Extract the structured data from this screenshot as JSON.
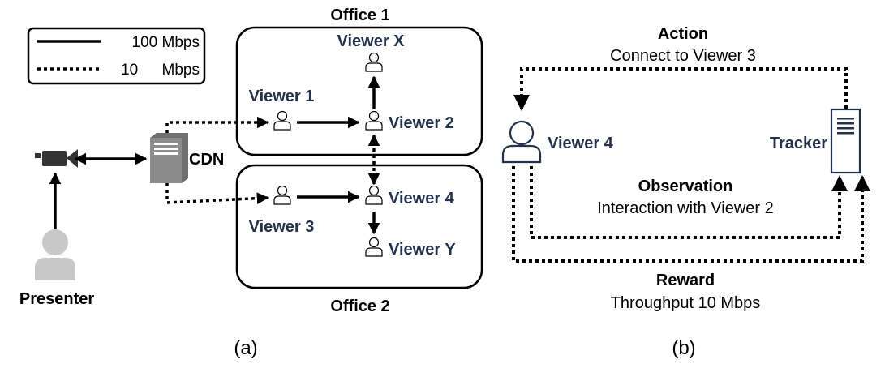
{
  "legend": {
    "solid_label": "100 Mbps",
    "dotted_label": "10",
    "dotted_unit": "Mbps"
  },
  "panel_a": {
    "office1_label": "Office 1",
    "office2_label": "Office 2",
    "viewer_x": "Viewer X",
    "viewer_1": "Viewer 1",
    "viewer_2": "Viewer 2",
    "viewer_3": "Viewer 3",
    "viewer_4": "Viewer 4",
    "viewer_y": "Viewer Y",
    "cdn": "CDN",
    "presenter": "Presenter",
    "caption": "(a)"
  },
  "panel_b": {
    "action_title": "Action",
    "action_text": "Connect to Viewer 3",
    "viewer_4": "Viewer 4",
    "tracker": "Tracker",
    "observation_title": "Observation",
    "observation_text": "Interaction with Viewer 2",
    "reward_title": "Reward",
    "reward_text": "Throughput 10 Mbps",
    "caption": "(b)"
  },
  "colors": {
    "text_dark": "#000000",
    "text_navy": "#23324a",
    "server_gray": "#8c8c8c",
    "presenter_gray": "#c8c8c8"
  }
}
